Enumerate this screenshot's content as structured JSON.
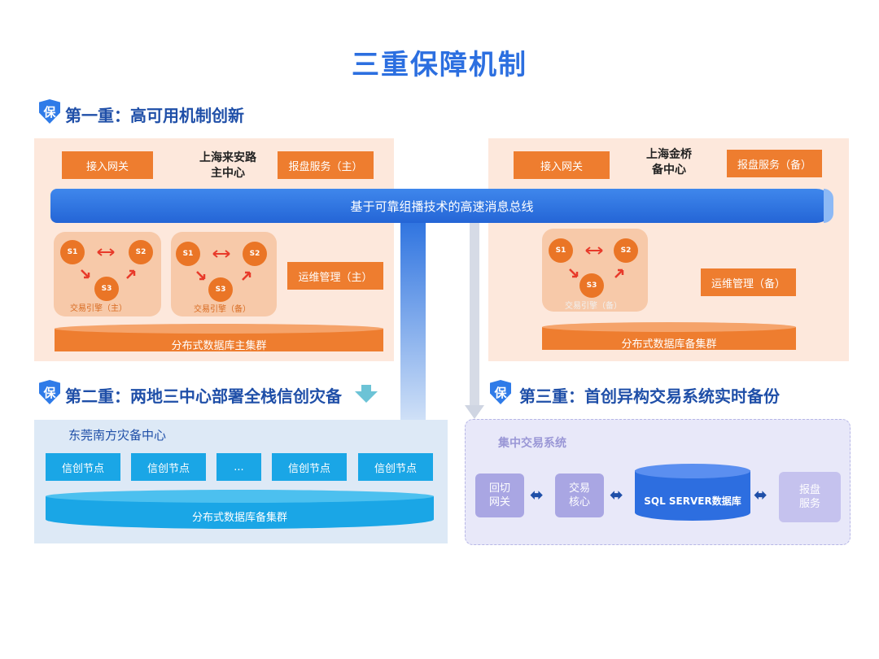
{
  "title": "三重保障机制",
  "shield_char": "保",
  "section1": {
    "title": "第一重：高可用机制创新"
  },
  "section2": {
    "title": "第二重：两地三中心部署全栈信创灾备"
  },
  "section3": {
    "title": "第三重：首创异构交易系统实时备份"
  },
  "main_center": {
    "gateway": "接入网关",
    "name_line1": "上海来安路",
    "name_line2": "主中心",
    "report": "报盘服务（主）",
    "engine_primary": "交易引擎（主）",
    "engine_backup": "交易引擎（备）",
    "ops": "运维管理（主）",
    "db": "分布式数据库主集群"
  },
  "backup_center": {
    "gateway": "接入网关",
    "name_line1": "上海金桥",
    "name_line2": "备中心",
    "report": "报盘服务（备）",
    "engine": "交易引擎（备）",
    "ops": "运维管理（备）",
    "db": "分布式数据库备集群"
  },
  "bus": {
    "label": "基于可靠组播技术的高速消息总线"
  },
  "nodes": {
    "s1": "S1",
    "s2": "S2",
    "s3": "S3"
  },
  "dongguan": {
    "title": "东莞南方灾备中心",
    "nodes": [
      "信创节点",
      "信创节点",
      "...",
      "信创节点",
      "信创节点"
    ],
    "db": "分布式数据库备集群"
  },
  "central": {
    "title": "集中交易系统",
    "fallback_gateway": "回切\n网关",
    "core": "交易\n核心",
    "db": "SQL SERVER数据库",
    "report": "报盘\n服务"
  },
  "colors": {
    "title": "#2c6fe0",
    "orange": "#ee7d2f",
    "blue": "#1aa6e6",
    "purple": "#a9a6e3"
  }
}
